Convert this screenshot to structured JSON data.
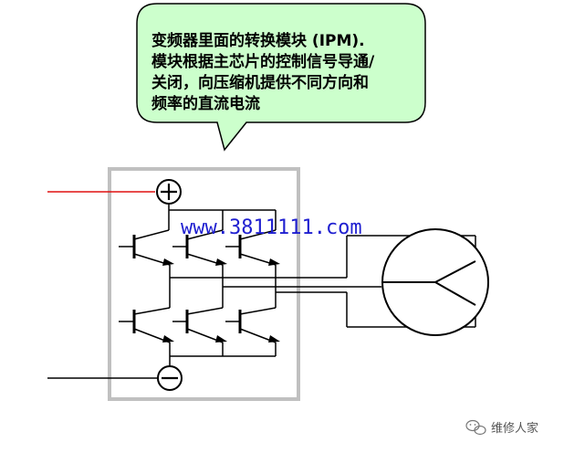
{
  "callout": {
    "lines": [
      "变频器里面的转换模块 (IPM).",
      "模块根据主芯片的控制信号导通/",
      "关闭，向压缩机提供不同方向和",
      "频率的直流电流"
    ],
    "fill_color": "#ccffcc",
    "border_color": "#000000"
  },
  "watermark_url": "www.3811111.com",
  "terminals": {
    "positive": "+",
    "negative": "−"
  },
  "colors": {
    "positive_line": "#e01010",
    "wire": "#000000",
    "module_border": "#c0c0c0",
    "url": "#1f1fd0"
  },
  "footer": {
    "icon": "wechat-icon",
    "label": "维修人家"
  }
}
